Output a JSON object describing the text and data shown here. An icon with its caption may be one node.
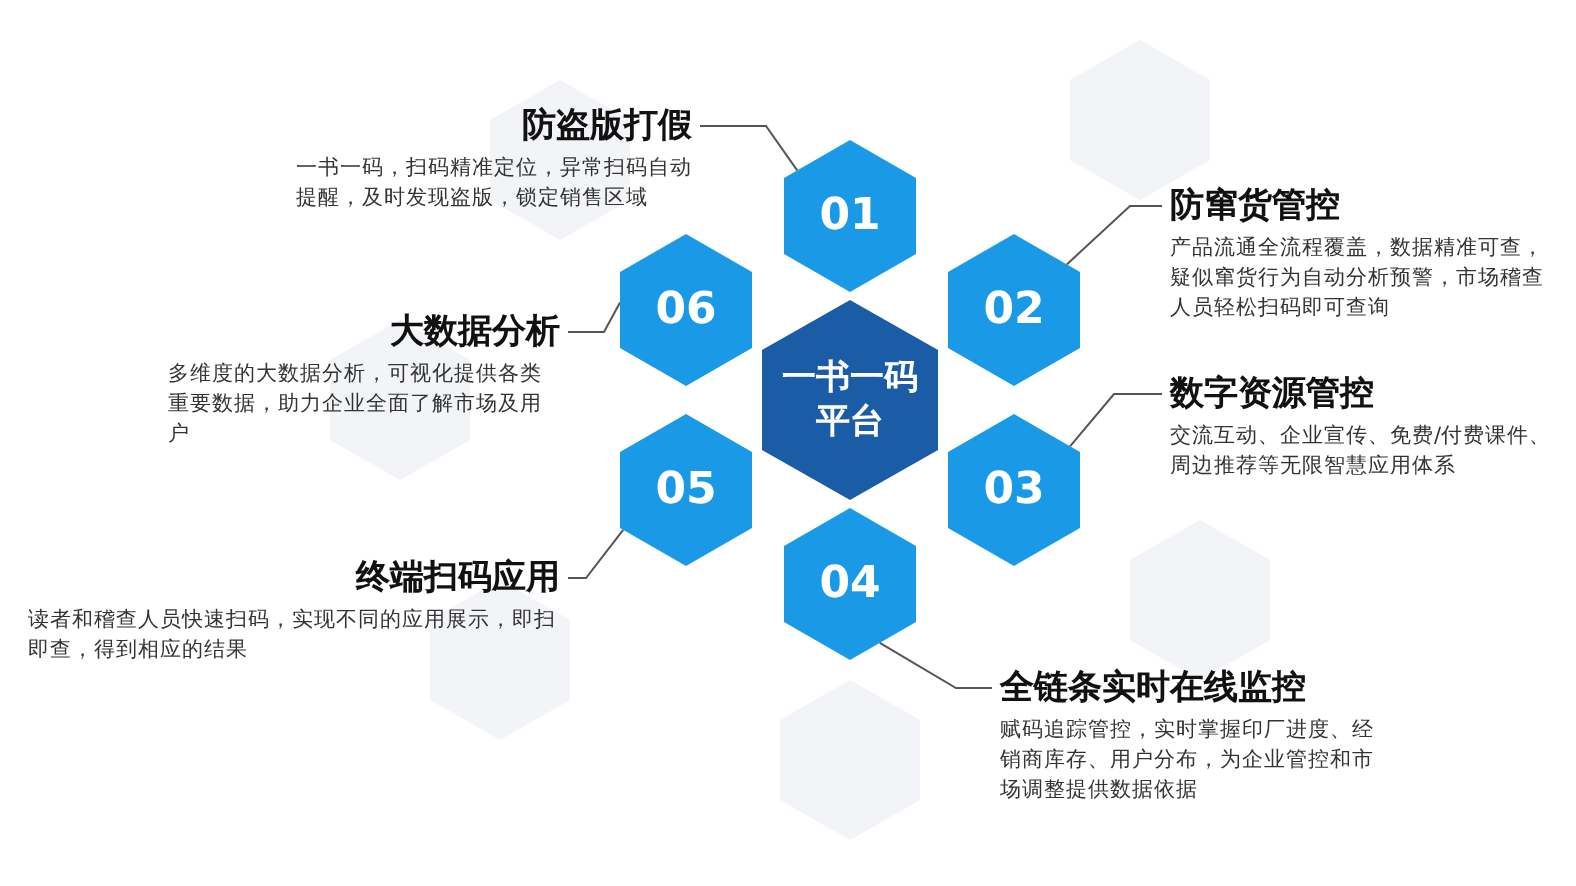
{
  "diagram": {
    "nodes": [
      {
        "text": [
          "一书一码平台"
        ]
      },
      {
        "text": [
          "01"
        ]
      },
      {
        "text": [
          "02"
        ]
      },
      {
        "text": [
          "03"
        ]
      },
      {
        "text": [
          "04"
        ]
      },
      {
        "text": [
          "05"
        ]
      },
      {
        "text": [
          "06"
        ]
      },
      {
        "text": [
          "防盗版打假",
          "一书一码，扫码精准定位，异常扫码自动提醒，及时发现盗版，锁定销售区域"
        ]
      },
      {
        "text": [
          "防窜货管控",
          "产品流通全流程覆盖，数据精准可查，疑似窜货行为自动分析预警，市场稽查人员轻松扫码即可查询"
        ]
      },
      {
        "text": [
          "数字资源管控",
          "交流互动、企业宣传、免费/付费课件、周边推荐等无限智慧应用体系"
        ]
      },
      {
        "text": [
          "全链条实时在线监控",
          "赋码追踪管控，实时掌握印厂进度、经销商库存、用户分布，为企业管控和市场调整提供数据依据"
        ]
      },
      {
        "text": [
          "终端扫码应用",
          "读者和稽查人员快速扫码，实现不同的应用展示，即扫即查，得到相应的结果"
        ]
      },
      {
        "text": [
          "大数据分析",
          "多维度的大数据分析，可视化提供各类重要数据，助力企业全面了解市场及用户"
        ]
      }
    ],
    "edges": [
      {
        "from": 7,
        "to": 1,
        "arrow": "none"
      },
      {
        "from": 8,
        "to": 2,
        "arrow": "none"
      },
      {
        "from": 9,
        "to": 3,
        "arrow": "none"
      },
      {
        "from": 10,
        "to": 4,
        "arrow": "none"
      },
      {
        "from": 11,
        "to": 5,
        "arrow": "none"
      },
      {
        "from": 12,
        "to": 6,
        "arrow": "none"
      }
    ]
  }
}
